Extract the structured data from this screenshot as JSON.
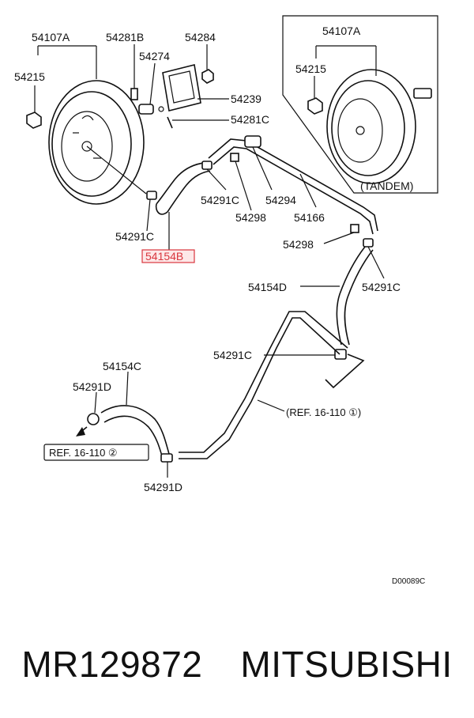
{
  "labels": {
    "l54107A_main": "54107A",
    "l54215_main": "54215",
    "l54281B": "54281B",
    "l54284": "54284",
    "l54274": "54274",
    "l54239": "54239",
    "l54281C": "54281C",
    "l54291C_a": "54291C",
    "l54294": "54294",
    "l54298_a": "54298",
    "l54166": "54166",
    "l54291C_b": "54291C",
    "l54154B": "54154B",
    "l54298_b": "54298",
    "l54154D": "54154D",
    "l54291C_c": "54291C",
    "l54291C_d": "54291C",
    "l54154C": "54154C",
    "l54291D_a": "54291D",
    "l54291D_b": "54291D",
    "l54107A_tandem": "54107A",
    "l54215_tandem": "54215",
    "tandem": "(TANDEM)",
    "ref1": "(REF. 16-110 ①)",
    "ref2": "REF. 16-110 ②",
    "code": "D00089C"
  },
  "footer": {
    "part_number": "MR129872",
    "brand": "MITSUBISHI"
  },
  "colors": {
    "highlight": "#d9363e",
    "ink": "#111111"
  }
}
